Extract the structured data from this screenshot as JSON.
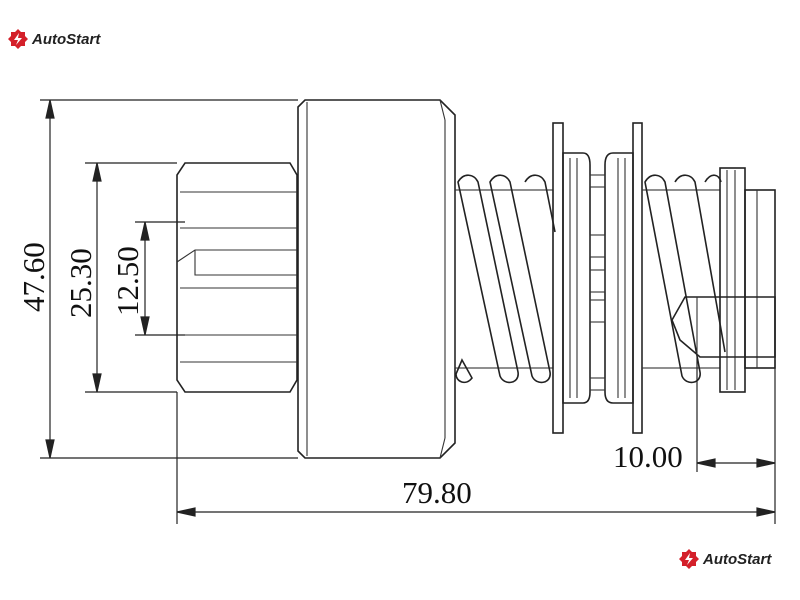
{
  "brand": {
    "name": "AutoStart",
    "color": "#d4202a"
  },
  "dimensions": {
    "overall_diameter": "47.60",
    "gear_outer_diameter": "25.30",
    "gear_inner_diameter": "12.50",
    "overall_length": "79.80",
    "shaft_length": "10.00"
  }
}
